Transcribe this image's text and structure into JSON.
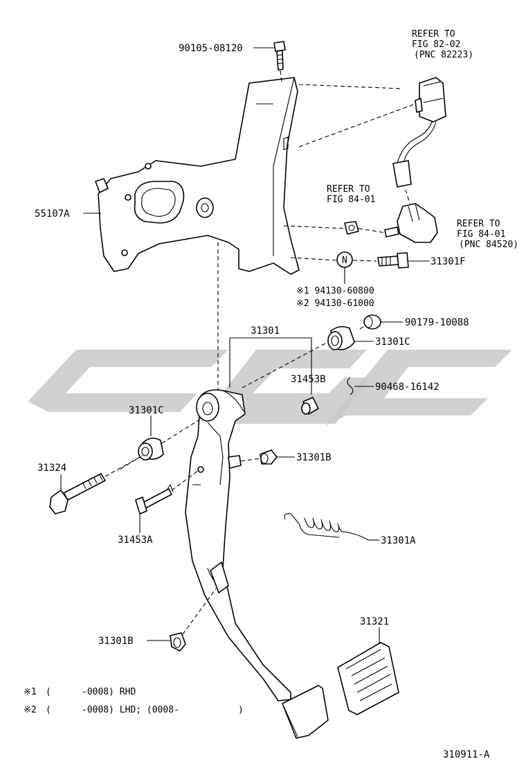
{
  "diagram": {
    "id": "310911-A",
    "labels": {
      "bolt_top": "90105-08120",
      "bracket": "55107A",
      "refer_a_line1": "REFER TO",
      "refer_a_line2": "FIG 82-02",
      "refer_a_line3": "(PNC 82223)",
      "refer_b_line1": "REFER TO",
      "refer_b_line2": "FIG 84-01",
      "refer_c_line1": "REFER TO",
      "refer_c_line2": "FIG 84-01",
      "refer_c_line3": "(PNC 84520)",
      "n_marker": "N",
      "bolt_31301f": "31301F",
      "nut_alt1": "※1 94130-60800",
      "nut_alt2": "※2 94130-61000",
      "pedal_assy": "31301",
      "bushing_right": "90179-10088",
      "collar_right": "31301C",
      "cushion_upper": "31453B",
      "clip": "90468-16142",
      "collar_left": "31301C",
      "pivot_bolt": "31324",
      "stopper_upper": "31301B",
      "cushion_lower": "31453A",
      "spring": "31301A",
      "stopper_lower": "31301B",
      "pad": "31321",
      "note1_mark": "※1",
      "note1_open": "(",
      "note1_text": "-0008) RHD",
      "note2_mark": "※2",
      "note2_open": "(",
      "note2_text": "-0008) LHD; (0008-",
      "note2_close": ")"
    }
  },
  "colors": {
    "line": "#000000",
    "watermark": "#c9c9c9",
    "background": "#ffffff"
  }
}
